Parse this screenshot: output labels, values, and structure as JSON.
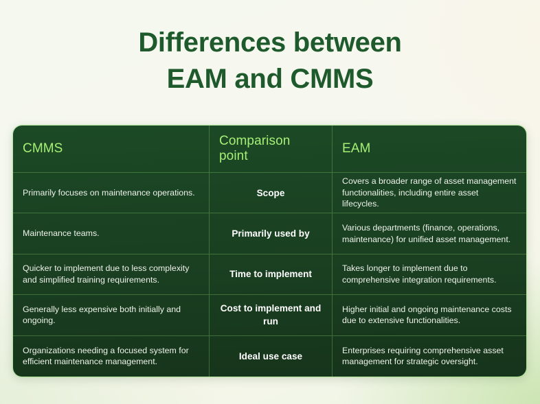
{
  "title": {
    "line1": "Differences between",
    "line2": "EAM and CMMS",
    "color": "#1e5a2c"
  },
  "colors": {
    "page_background_top": "#f5f8ef",
    "page_background_bottom_right": "#c6e2aa",
    "table_background_top": "#1c4a25",
    "table_background_bottom": "#16341b",
    "table_border": "#7ec460",
    "header_text": "#a6ef76",
    "body_text": "#eef2ea",
    "center_text": "#ffffff"
  },
  "table": {
    "headers": [
      "CMMS",
      "Comparison point",
      "EAM"
    ],
    "rows": [
      {
        "cmms": "Primarily focuses on maintenance operations.",
        "comparison_point": "Scope",
        "eam": "Covers a broader range of asset management functionalities, including entire asset lifecycles."
      },
      {
        "cmms": "Maintenance teams.",
        "comparison_point": "Primarily used by",
        "eam": "Various departments (finance, operations, maintenance) for unified asset management."
      },
      {
        "cmms": "Quicker to implement due to less complexity and simplified training requirements.",
        "comparison_point": "Time to implement",
        "eam": "Takes longer to implement due to comprehensive integration requirements."
      },
      {
        "cmms": "Generally less expensive both initially and ongoing.",
        "comparison_point": "Cost to implement and run",
        "eam": "Higher initial and ongoing maintenance costs due to extensive functionalities."
      },
      {
        "cmms": "Organizations needing a focused system for efficient maintenance management.",
        "comparison_point": "Ideal use case",
        "eam": "Enterprises requiring comprehensive asset management for strategic oversight."
      }
    ]
  }
}
